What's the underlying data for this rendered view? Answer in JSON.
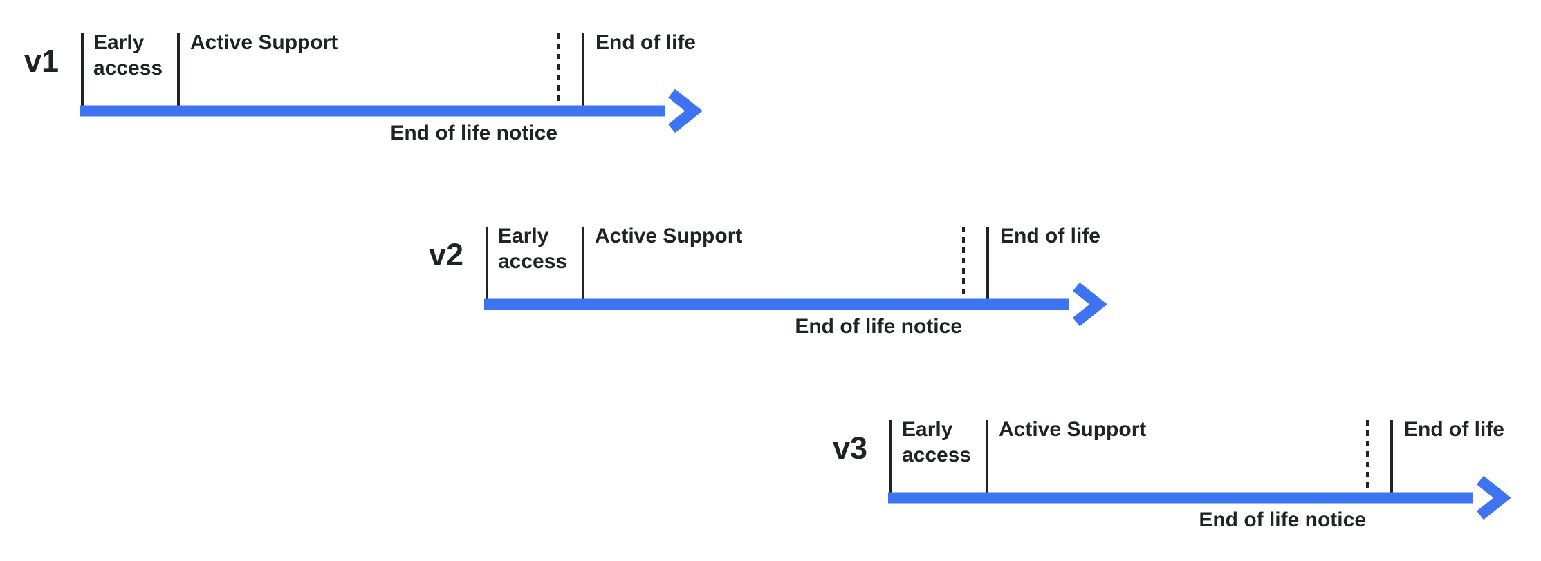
{
  "diagram": {
    "type": "release-lifecycle-timelines",
    "background_color": "#ffffff",
    "arrow_color": "#3E74F2",
    "text_color": "#1F2227",
    "timelines": [
      {
        "version": "v1",
        "early_access": "Early access",
        "active_support": "Active Support",
        "end_of_life_notice": "End of life notice",
        "end_of_life": "End of life"
      },
      {
        "version": "v2",
        "early_access": "Early access",
        "active_support": "Active Support",
        "end_of_life_notice": "End of life notice",
        "end_of_life": "End of life"
      },
      {
        "version": "v3",
        "early_access": "Early access",
        "active_support": "Active Support",
        "end_of_life_notice": "End of life notice",
        "end_of_life": "End of life"
      }
    ]
  }
}
